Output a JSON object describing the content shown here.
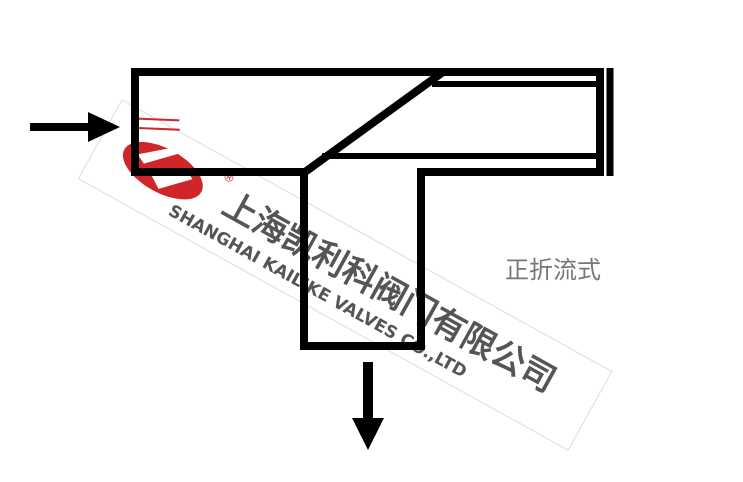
{
  "diagram": {
    "label": "正折流式",
    "watermark": {
      "company_cn": "上海凯利科阀门有限公司",
      "company_en": "SHANGHAI KAILIKE VALVES CO.,LTD",
      "registered_mark": "®"
    },
    "colors": {
      "stroke": "#000000",
      "logo_red": "#d0262a",
      "watermark_text": "#555555",
      "label": "#777777"
    }
  }
}
